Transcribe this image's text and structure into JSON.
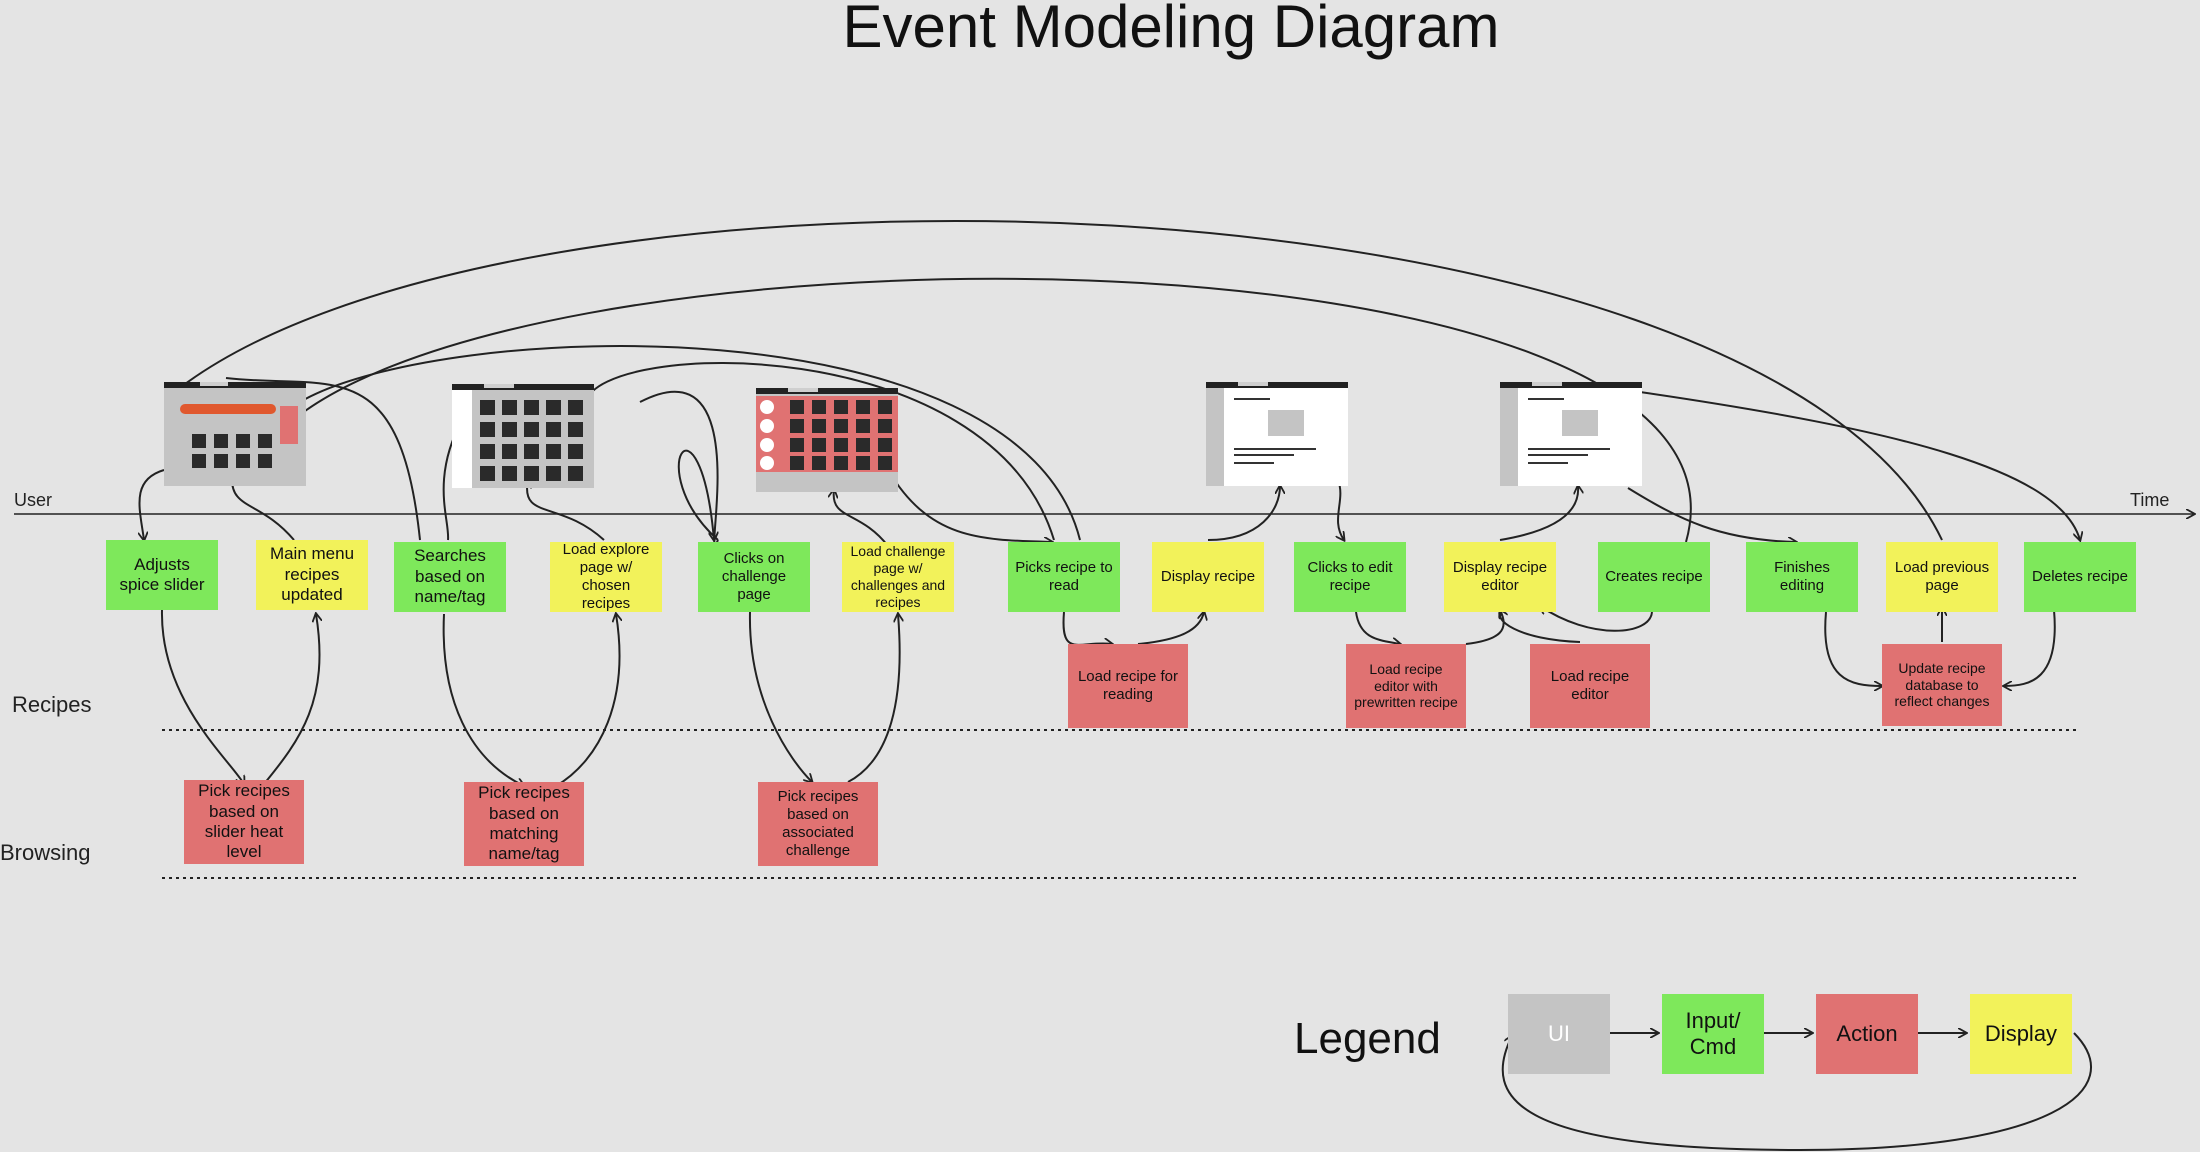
{
  "title": "Event Modeling Diagram",
  "axis": {
    "user": "User",
    "time": "Time"
  },
  "lanes": {
    "recipes": "Recipes",
    "browsing": "Browsing"
  },
  "events": {
    "adjusts_spice_slider": "Adjusts spice slider",
    "main_menu_recipes_updated": "Main menu recipes updated",
    "searches_name_tag": "Searches based on name/tag",
    "load_explore_page": "Load explore page w/ chosen recipes",
    "clicks_challenge_page": "Clicks on challenge page",
    "load_challenge_page": "Load challenge page w/ challenges and recipes",
    "picks_recipe_to_read": "Picks recipe to read",
    "display_recipe": "Display recipe",
    "clicks_to_edit_recipe": "Clicks to edit recipe",
    "display_recipe_editor": "Display recipe editor",
    "creates_recipe": "Creates recipe",
    "finishes_editing": "Finishes editing",
    "load_previous_page": "Load previous page",
    "deletes_recipe": "Deletes recipe",
    "load_recipe_for_reading": "Load recipe for reading",
    "load_editor_prewritten": "Load recipe editor with prewritten recipe",
    "load_recipe_editor": "Load recipe editor",
    "update_recipe_database": "Update recipe database to reflect changes",
    "pick_slider_heat": "Pick recipes based on slider heat level",
    "pick_matching_name_tag": "Pick recipes based on matching name/tag",
    "pick_associated_challenge": "Pick recipes based on associated challenge"
  },
  "legend": {
    "title": "Legend",
    "ui": "UI",
    "input_cmd": "Input/ Cmd",
    "action": "Action",
    "display": "Display"
  },
  "colors": {
    "input": "#7ee85b",
    "display": "#f2f25a",
    "action": "#e07272",
    "ui": "#c4c4c4"
  }
}
